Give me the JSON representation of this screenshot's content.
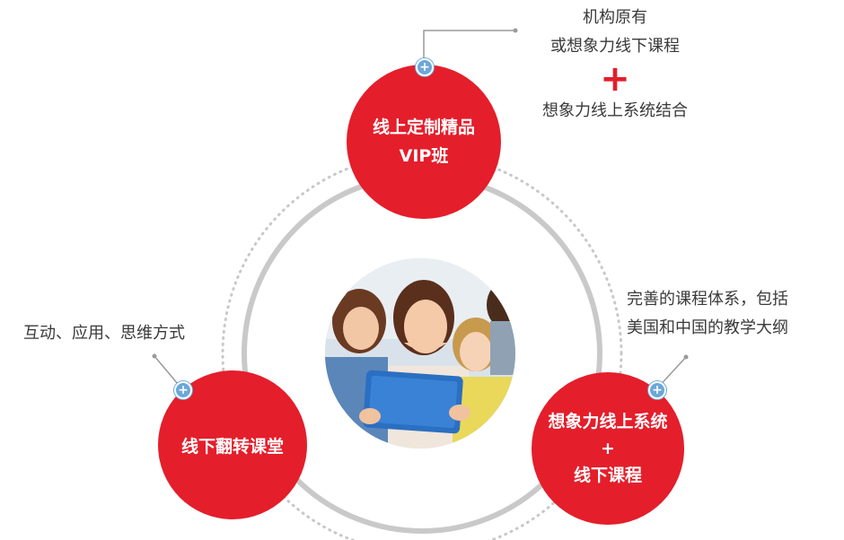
{
  "colors": {
    "accent_red": "#e41e2b",
    "ring_gray": "#c8c8c8",
    "dot_blue": "#6ba7d9",
    "text": "#3a3a3a"
  },
  "nodes": {
    "top": {
      "line1": "线上定制精品",
      "line2": "VIP班"
    },
    "left": {
      "line1": "线下翻转课堂"
    },
    "right": {
      "line1": "想象力线上系统",
      "plus": "+",
      "line2": "线下课程"
    }
  },
  "notes": {
    "top": {
      "line1": "机构原有",
      "line2": "或想象力线下课程",
      "plus": "+",
      "line3": "想象力线上系统结合"
    },
    "left": {
      "line1": "互动、应用、思维方式"
    },
    "right": {
      "line1": "完善的课程体系，包括",
      "line2": "美国和中国的教学大纲"
    }
  },
  "icons": {
    "connector": "plus-circle-icon",
    "center": "students-with-tablet-photo"
  }
}
